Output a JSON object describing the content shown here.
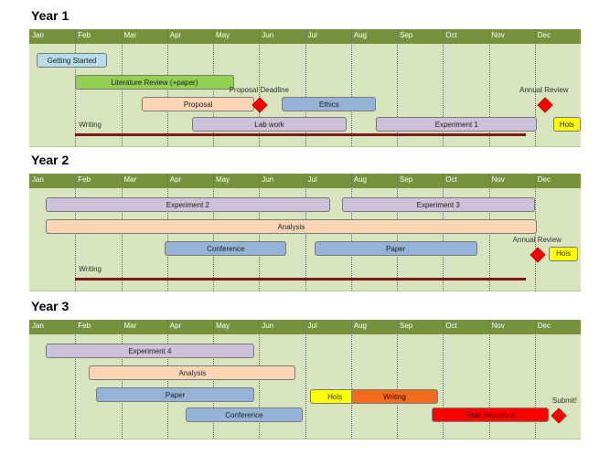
{
  "months": [
    "Jan",
    "Feb",
    "Mar",
    "Apr",
    "May",
    "Jun",
    "Jul",
    "Aug",
    "Sep",
    "Oct",
    "Nov",
    "Dec"
  ],
  "colors": {
    "header": "#76923c",
    "panel_bg": "#d7e4bd",
    "blue": "#95b3d7",
    "lilac": "#ccc0da",
    "peach": "#fcd5b4",
    "green": "#92d050",
    "light_blue": "#b7dee8",
    "yellow": "#ffff00",
    "orange": "#f26b1d",
    "red": "#ff0000",
    "milestone": "#ff0000",
    "writing_line": "#7b1a1a"
  },
  "years": [
    {
      "title": "Year 1",
      "tasks": [
        {
          "label": "Getting Started",
          "start_month": 0.15,
          "end_month": 1.7,
          "row": 0,
          "color": "light_blue"
        },
        {
          "label": "Literature Review (+paper)",
          "start_month": 1.0,
          "end_month": 4.45,
          "row": 1,
          "color": "green"
        },
        {
          "label": "Proposal",
          "start_month": 2.45,
          "end_month": 4.9,
          "row": 2,
          "color": "peach"
        },
        {
          "label": "Ethics",
          "start_month": 5.5,
          "end_month": 7.55,
          "row": 2,
          "color": "blue"
        },
        {
          "label": "Lab work",
          "start_month": 3.55,
          "end_month": 6.9,
          "row": 3,
          "color": "lilac"
        },
        {
          "label": "Experiment 1",
          "start_month": 7.55,
          "end_month": 11.05,
          "row": 3,
          "color": "lilac"
        },
        {
          "label": "Hols",
          "start_month": 11.4,
          "end_month": 12.0,
          "row": 3,
          "color": "yellow"
        }
      ],
      "milestones": [
        {
          "label": "Proposal Deadline",
          "month": 5.0,
          "row": 2
        },
        {
          "label": "Annual Review",
          "month": 11.2,
          "row": 2
        }
      ],
      "writing": {
        "label": "Writing",
        "start_month": 1.0,
        "end_month": 10.8,
        "row": 3
      }
    },
    {
      "title": "Year 2",
      "tasks": [
        {
          "label": "Experiment 2",
          "start_month": 0.35,
          "end_month": 6.55,
          "row": 0,
          "color": "lilac"
        },
        {
          "label": "Experiment 3",
          "start_month": 6.8,
          "end_month": 11.0,
          "row": 0,
          "color": "lilac"
        },
        {
          "label": "Analysis",
          "start_month": 0.35,
          "end_month": 11.05,
          "row": 1,
          "color": "peach"
        },
        {
          "label": "Conference",
          "start_month": 2.95,
          "end_month": 5.6,
          "row": 2,
          "color": "blue"
        },
        {
          "label": "Paper",
          "start_month": 6.2,
          "end_month": 9.75,
          "row": 2,
          "color": "blue"
        },
        {
          "label": "Hols",
          "start_month": 11.3,
          "end_month": 11.95,
          "row": 2.25,
          "color": "yellow"
        }
      ],
      "milestones": [
        {
          "label": "Annual Review",
          "month": 11.05,
          "row": 2.25
        }
      ],
      "writing": {
        "label": "Writing",
        "start_month": 1.0,
        "end_month": 10.8,
        "row": 3
      }
    },
    {
      "title": "Year 3",
      "tasks": [
        {
          "label": "Experiment 4",
          "start_month": 0.35,
          "end_month": 4.9,
          "row": 0,
          "color": "lilac"
        },
        {
          "label": "Analysis",
          "start_month": 1.3,
          "end_month": 5.8,
          "row": 1,
          "color": "peach"
        },
        {
          "label": "Paper",
          "start_month": 1.45,
          "end_month": 4.9,
          "row": 2,
          "color": "blue"
        },
        {
          "label": "Hols",
          "start_month": 6.1,
          "end_month": 7.2,
          "row": 2.1,
          "color": "yellow"
        },
        {
          "label": "Writing",
          "start_month": 7.0,
          "end_month": 8.9,
          "row": 2.1,
          "color": "orange"
        },
        {
          "label": "Conference",
          "start_month": 3.4,
          "end_month": 5.95,
          "row": 3,
          "color": "blue"
        },
        {
          "label": "Final Revisions",
          "start_month": 8.75,
          "end_month": 11.3,
          "row": 3,
          "color": "red"
        }
      ],
      "milestones": [
        {
          "label": "Submit!",
          "month": 11.5,
          "row": 3
        }
      ],
      "writing": null
    }
  ]
}
